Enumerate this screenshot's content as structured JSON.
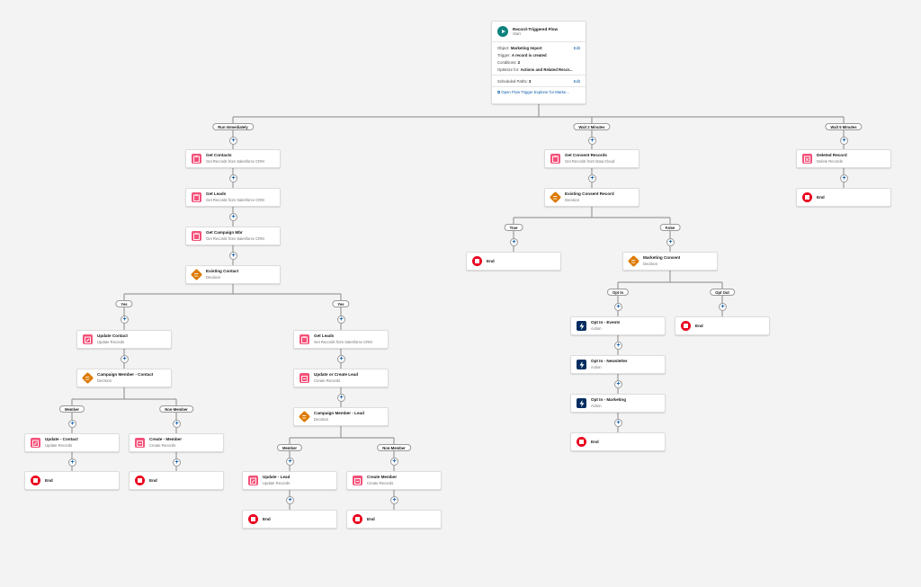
{
  "start": {
    "title": "Record-Triggered Flow",
    "subtitle": "Start",
    "object_label": "Object:",
    "object_value": "Marketing Import",
    "trigger_label": "Trigger:",
    "trigger_value": "A record is created",
    "conditions_label": "Conditions:",
    "conditions_value": "2",
    "optimize_label": "Optimize for:",
    "optimize_value": "Actions and Related Recor...",
    "edit": "Edit",
    "scheduled_label": "Scheduled Paths:",
    "scheduled_value": "3",
    "explorer_link": "Open Flow Trigger Explorer for Marke..."
  },
  "pills": {
    "run_immediately": "Run Immediately",
    "wait2": "Wait 2 Minutes",
    "wait5": "Wait 5 Minutes",
    "yes1": "Yes",
    "yes2": "Yes",
    "member1": "Member",
    "nonmember1": "Non-Member",
    "member2": "Member",
    "nonmember2": "Non-Member",
    "true": "True",
    "false": "False",
    "optin": "Opt In",
    "optout": "Opt Out"
  },
  "nodes": {
    "get_contacts": {
      "title": "Get Contacts",
      "sub": "Get Records from Salesforce CRM",
      "type": "record"
    },
    "get_leads": {
      "title": "Get Leads",
      "sub": "Get Records from Salesforce CRM",
      "type": "record"
    },
    "get_campaign_mbr": {
      "title": "Get Campaign Mbr",
      "sub": "Get Records from Salesforce CRM",
      "type": "record"
    },
    "existing_contact": {
      "title": "Existing Contact",
      "sub": "Decision",
      "type": "decision"
    },
    "update_contact": {
      "title": "Update Contact",
      "sub": "Update Records",
      "type": "update"
    },
    "cm_contact": {
      "title": "Campaign Member - Contact",
      "sub": "Decision",
      "type": "decision"
    },
    "update_contact2": {
      "title": "Update - Contact",
      "sub": "Update Records",
      "type": "update"
    },
    "create_member": {
      "title": "Create - Member",
      "sub": "Create Records",
      "type": "create"
    },
    "end1": {
      "title": "End",
      "sub": "",
      "type": "end"
    },
    "end2": {
      "title": "End",
      "sub": "",
      "type": "end"
    },
    "get_leads2": {
      "title": "Get Leads",
      "sub": "Get Records from Salesforce CRM",
      "type": "record"
    },
    "upsert_lead": {
      "title": "Update or Create Lead",
      "sub": "Create Records",
      "type": "create"
    },
    "cm_lead": {
      "title": "Campaign Member - Lead",
      "sub": "Decision",
      "type": "decision"
    },
    "update_lead": {
      "title": "Update - Lead",
      "sub": "Update Records",
      "type": "update"
    },
    "create_member2": {
      "title": "Create Member",
      "sub": "Create Records",
      "type": "create"
    },
    "end3": {
      "title": "End",
      "sub": "",
      "type": "end"
    },
    "end4": {
      "title": "End",
      "sub": "",
      "type": "end"
    },
    "get_consent": {
      "title": "Get Consent Records",
      "sub": "Get Records from Data Cloud",
      "type": "record"
    },
    "existing_consent": {
      "title": "Existing Consent Record",
      "sub": "Decision",
      "type": "decision"
    },
    "end5": {
      "title": "End",
      "sub": "",
      "type": "end"
    },
    "marketing_consent": {
      "title": "Marketing Consent",
      "sub": "Decision",
      "type": "decision"
    },
    "optin_events": {
      "title": "Opt In - Events",
      "sub": "Action",
      "type": "action"
    },
    "optin_newsletter": {
      "title": "Opt In - Newsletter",
      "sub": "Action",
      "type": "action"
    },
    "optin_marketing": {
      "title": "Opt In - Marketing",
      "sub": "Action",
      "type": "action"
    },
    "end6": {
      "title": "End",
      "sub": "",
      "type": "end"
    },
    "end7": {
      "title": "End",
      "sub": "",
      "type": "end"
    },
    "deleted_record": {
      "title": "Deleted Record",
      "sub": "Delete Records",
      "type": "delete"
    },
    "end8": {
      "title": "End",
      "sub": "",
      "type": "end"
    }
  },
  "colors": {
    "record": "#f4517a",
    "decision": "#dd7a01",
    "action": "#032d60",
    "end": "#ea001e",
    "connector": "#9a9a9a",
    "link": "#0b5cab",
    "canvas": "#f3f3f3"
  },
  "icons": {
    "start": "play-icon",
    "record": "clipboard-icon",
    "update": "edit-icon",
    "create": "plus-record-icon",
    "delete": "delete-icon",
    "decision": "diamond-icon",
    "action": "lightning-icon",
    "end": "stop-icon"
  }
}
